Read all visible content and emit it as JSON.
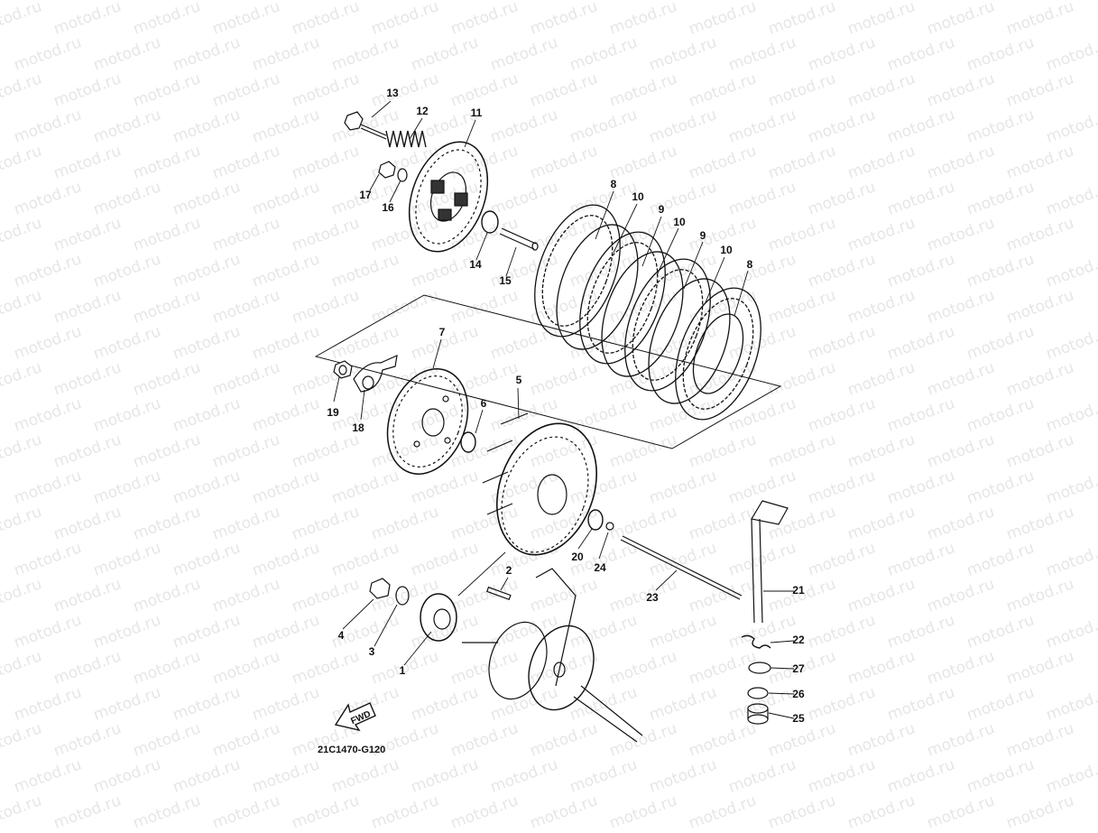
{
  "watermark": "motod.ru",
  "diagram_code": "21C1470-G120",
  "fwd_label": "FWD",
  "callouts": [
    {
      "id": "1",
      "text": "1"
    },
    {
      "id": "2",
      "text": "2"
    },
    {
      "id": "3",
      "text": "3"
    },
    {
      "id": "4",
      "text": "4"
    },
    {
      "id": "5",
      "text": "5"
    },
    {
      "id": "6",
      "text": "6"
    },
    {
      "id": "7",
      "text": "7"
    },
    {
      "id": "8a",
      "text": "8"
    },
    {
      "id": "8b",
      "text": "8"
    },
    {
      "id": "9a",
      "text": "9"
    },
    {
      "id": "9b",
      "text": "9"
    },
    {
      "id": "10a",
      "text": "10"
    },
    {
      "id": "10b",
      "text": "10"
    },
    {
      "id": "10c",
      "text": "10"
    },
    {
      "id": "11",
      "text": "11"
    },
    {
      "id": "12",
      "text": "12"
    },
    {
      "id": "13",
      "text": "13"
    },
    {
      "id": "14",
      "text": "14"
    },
    {
      "id": "15",
      "text": "15"
    },
    {
      "id": "16",
      "text": "16"
    },
    {
      "id": "17",
      "text": "17"
    },
    {
      "id": "18",
      "text": "18"
    },
    {
      "id": "19",
      "text": "19"
    },
    {
      "id": "20",
      "text": "20"
    },
    {
      "id": "21",
      "text": "21"
    },
    {
      "id": "22",
      "text": "22"
    },
    {
      "id": "23",
      "text": "23"
    },
    {
      "id": "24",
      "text": "24"
    },
    {
      "id": "25",
      "text": "25"
    },
    {
      "id": "26",
      "text": "26"
    },
    {
      "id": "27",
      "text": "27"
    }
  ]
}
